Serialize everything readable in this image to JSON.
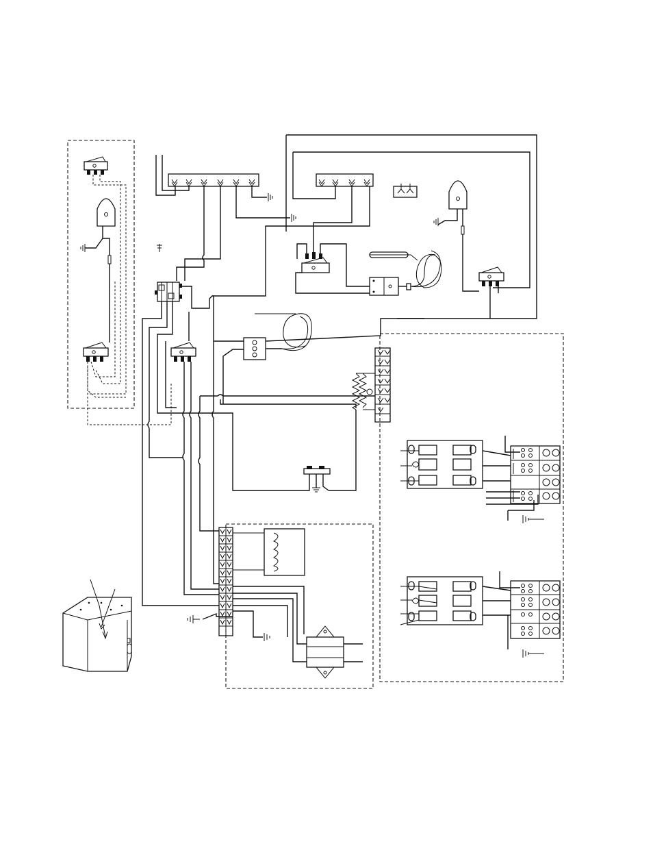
{
  "diagram": {
    "type": "wiring-schematic",
    "background": "#ffffff",
    "ink": "#111111",
    "components": [
      "rocker-switch",
      "thermostat-bulb",
      "terminal-block",
      "ground-symbol",
      "relay",
      "capillary-thermostat",
      "heating-element",
      "contactor",
      "motor-winding",
      "transformer",
      "cabinet-view"
    ]
  }
}
